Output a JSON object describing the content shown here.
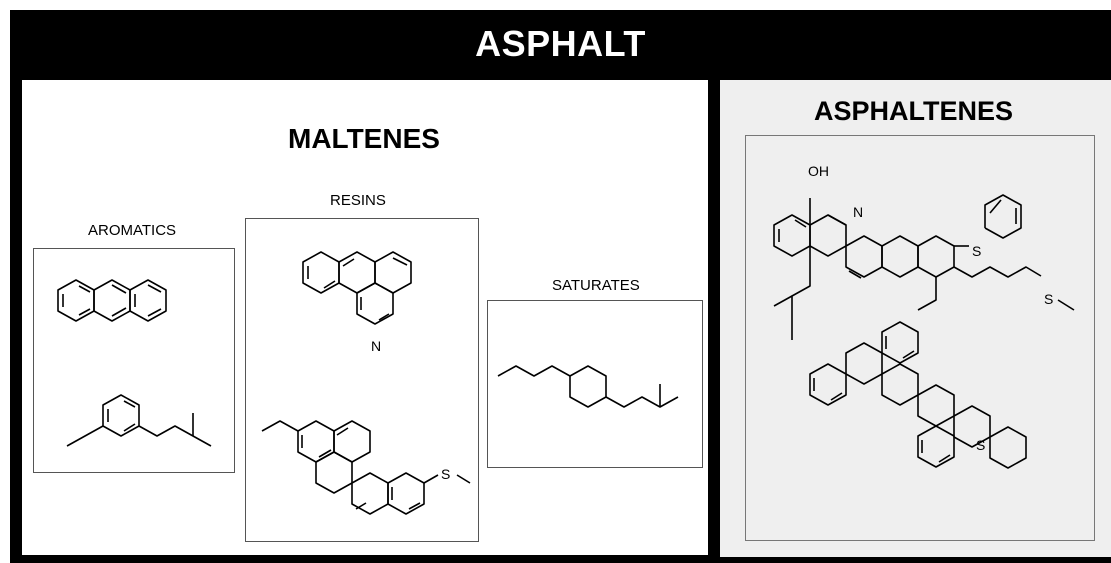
{
  "title": "ASPHALT",
  "maltenes": {
    "heading": "MALTENES",
    "groups": {
      "aromatics": "AROMATICS",
      "resins": "RESINS",
      "saturates": "SATURATES"
    }
  },
  "asphaltenes": {
    "heading": "ASPHALTENES"
  },
  "atoms": {
    "resins_n": "N",
    "resins_s": "S",
    "asph_oh": "OH",
    "asph_n": "N",
    "asph_s1": "S",
    "asph_s2": "S",
    "asph_s3": "S"
  },
  "colors": {
    "frame": "#000000",
    "asphaltenes_bg": "#efefef",
    "line": "#000000"
  }
}
